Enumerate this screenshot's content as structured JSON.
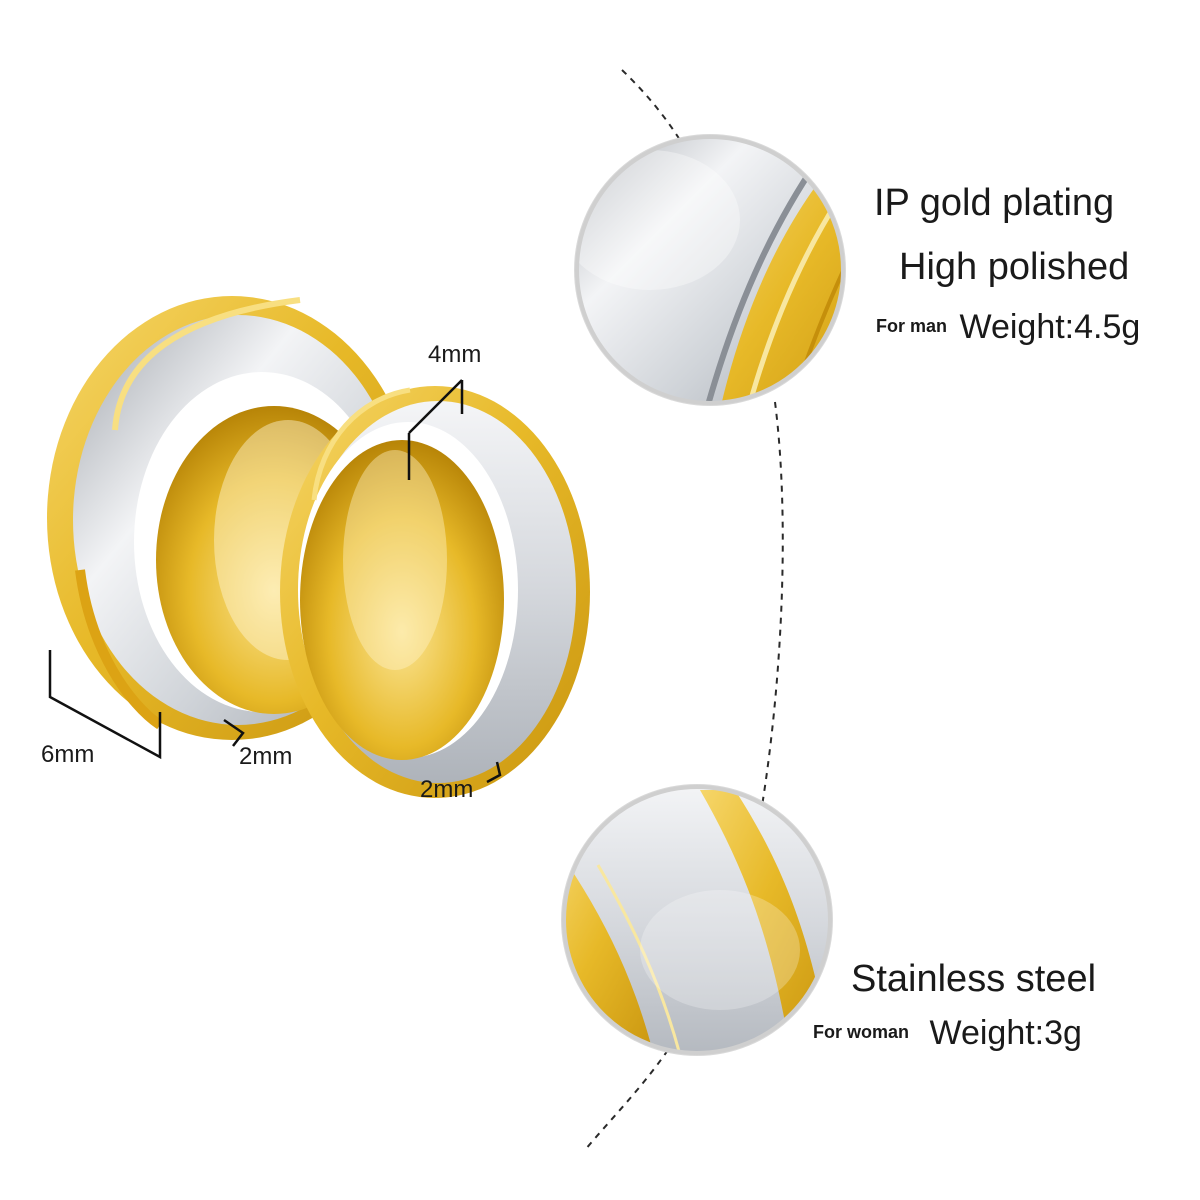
{
  "image_theme": {
    "gold": "#e7b928",
    "gold_light": "#f8dc73",
    "gold_dark": "#c9950f",
    "silver": "#d4d7dc",
    "silver_light": "#f3f4f6",
    "silver_dark": "#9ea3aa",
    "background": "#ffffff"
  },
  "callouts": {
    "man": {
      "line1": "IP gold plating",
      "line2": "High polished",
      "prefix": "For man",
      "weight": "Weight:4.5g"
    },
    "woman": {
      "line1": "Stainless steel",
      "prefix": "For woman",
      "weight": "Weight:3g"
    }
  },
  "dimensions": {
    "man_width": "6mm",
    "man_edge": "2mm",
    "woman_width": "4mm",
    "woman_edge": "2mm"
  }
}
